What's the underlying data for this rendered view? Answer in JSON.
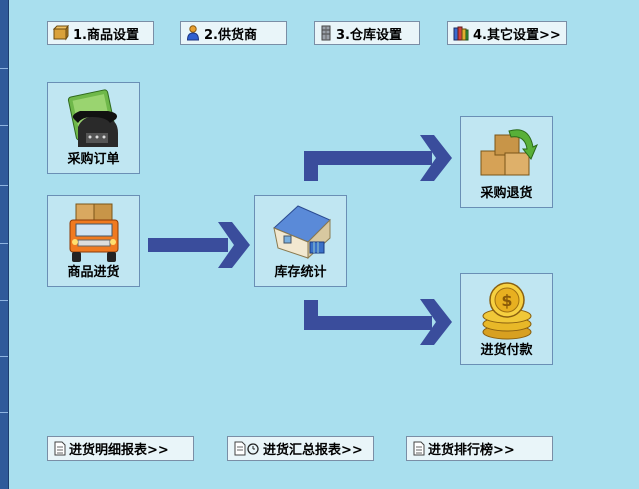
{
  "top_menu": [
    {
      "label": "1.商品设置",
      "icon": "product-box-icon"
    },
    {
      "label": "2.供货商",
      "icon": "person-icon"
    },
    {
      "label": "3.仓库设置",
      "icon": "warehouse-icon"
    },
    {
      "label": "4.其它设置>>",
      "icon": "books-icon"
    }
  ],
  "tiles": {
    "purchase_order": "采购订单",
    "goods_receipt": "商品进货",
    "inventory": "库存统计",
    "purchase_return": "采购退货",
    "payment": "进货付款"
  },
  "reports": [
    {
      "label": "进货明细报表>>",
      "icon": "document-icon"
    },
    {
      "label": "进货汇总报表>>",
      "icon": "document-clock-icon"
    },
    {
      "label": "进货排行榜>>",
      "icon": "document-icon"
    }
  ],
  "colors": {
    "background": "#a9dfee",
    "arrow": "#3a4d9c",
    "tile_border": "#6a8fb5"
  }
}
